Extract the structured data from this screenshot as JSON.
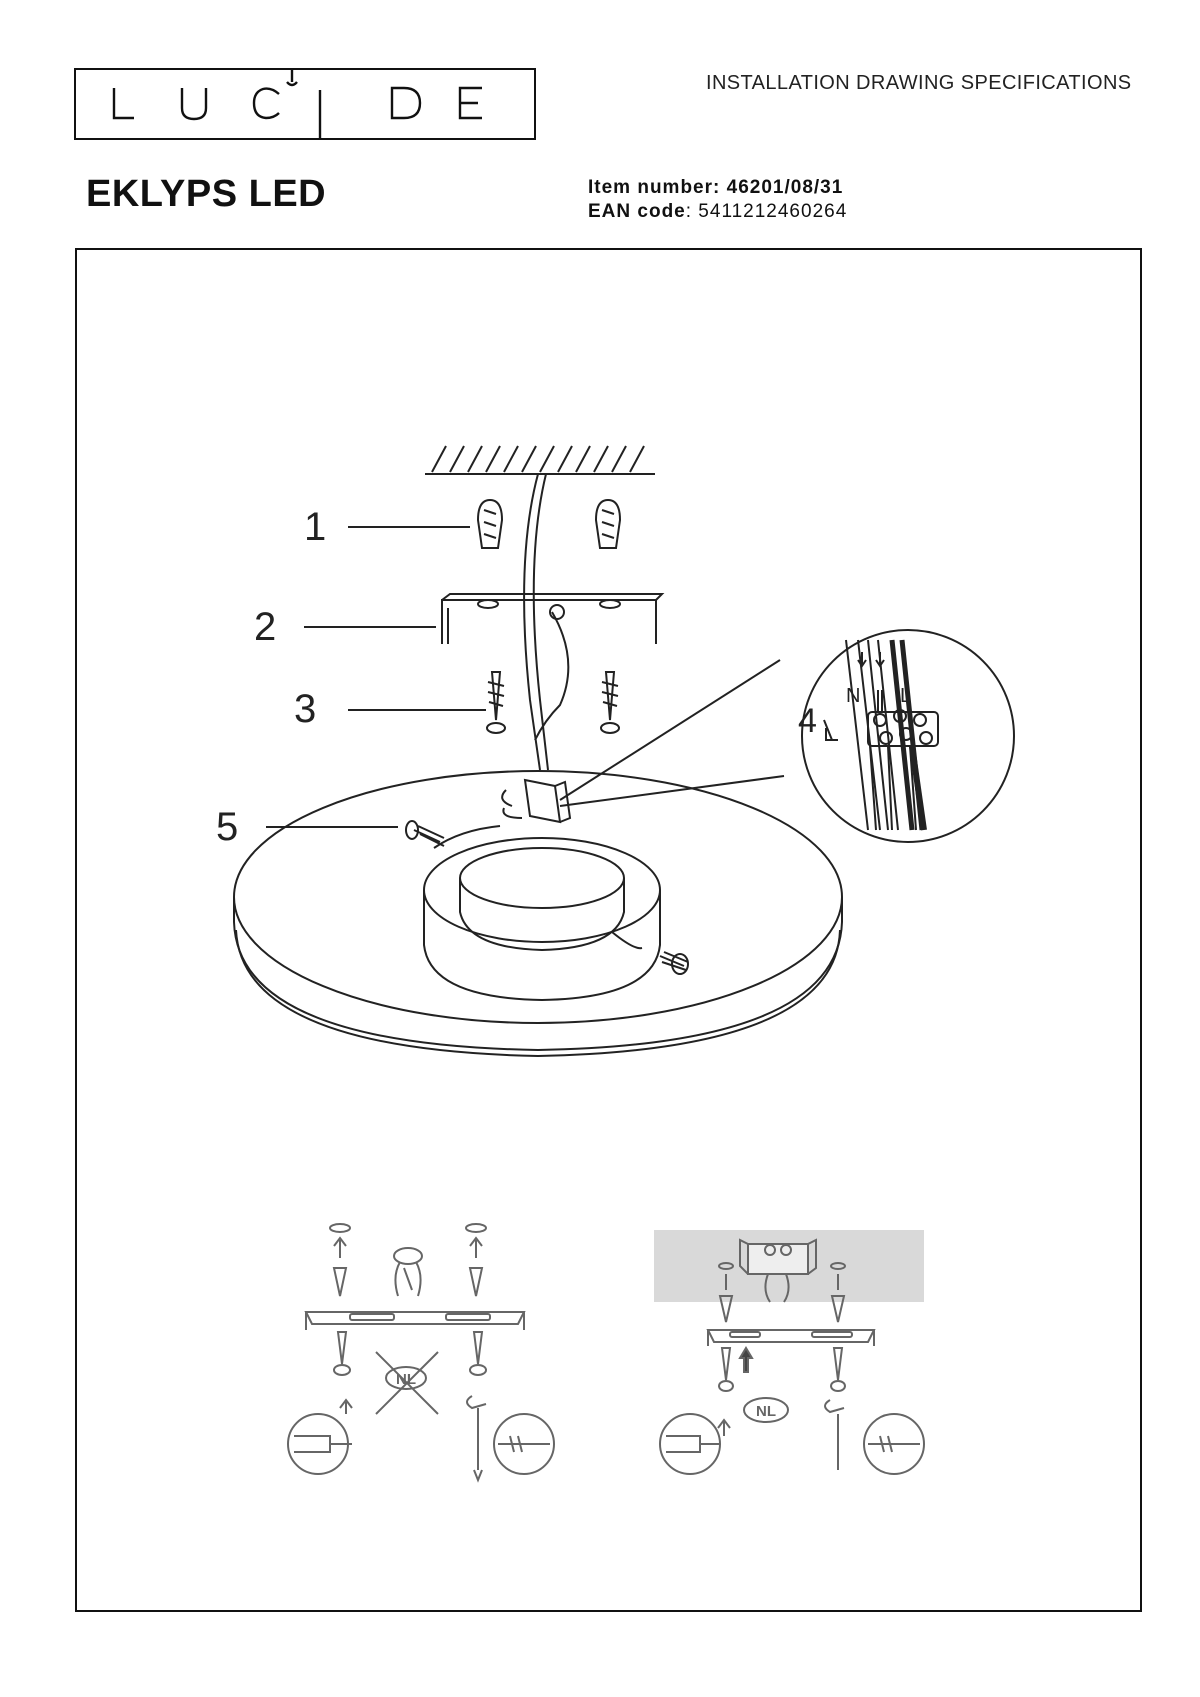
{
  "brand": {
    "logo_letters": [
      "L",
      "U",
      "C",
      "I",
      "D",
      "E"
    ]
  },
  "header": {
    "doc_title": "INSTALLATION DRAWING SPECIFICATIONS",
    "product_name": "EKLYPS LED",
    "item_number_label": "Item number:",
    "item_number": "46201/08/31",
    "ean_label": "EAN code",
    "ean_code": ": 5411212460264"
  },
  "drawing": {
    "callouts": [
      "1",
      "2",
      "3",
      "4",
      "5"
    ],
    "terminal_labels": [
      "N",
      "L"
    ],
    "badge_crossed": "NL",
    "badge_ok": "NL"
  }
}
